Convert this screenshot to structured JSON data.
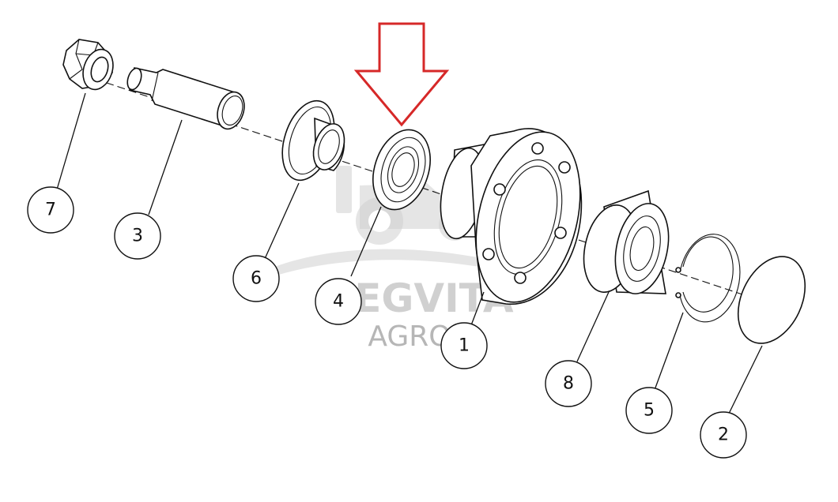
{
  "watermark": {
    "brand_top": "HEGVITA",
    "brand_bottom": "AGRO"
  },
  "callouts": [
    {
      "id": "part-1",
      "label": "1"
    },
    {
      "id": "part-2",
      "label": "2"
    },
    {
      "id": "part-3",
      "label": "3"
    },
    {
      "id": "part-4",
      "label": "4"
    },
    {
      "id": "part-5",
      "label": "5"
    },
    {
      "id": "part-6",
      "label": "6"
    },
    {
      "id": "part-7",
      "label": "7"
    },
    {
      "id": "part-8",
      "label": "8"
    }
  ],
  "highlight": {
    "target_label": "4",
    "color": "#d62828"
  },
  "colors": {
    "line": "#111111",
    "watermark": "#c8c8c8"
  }
}
